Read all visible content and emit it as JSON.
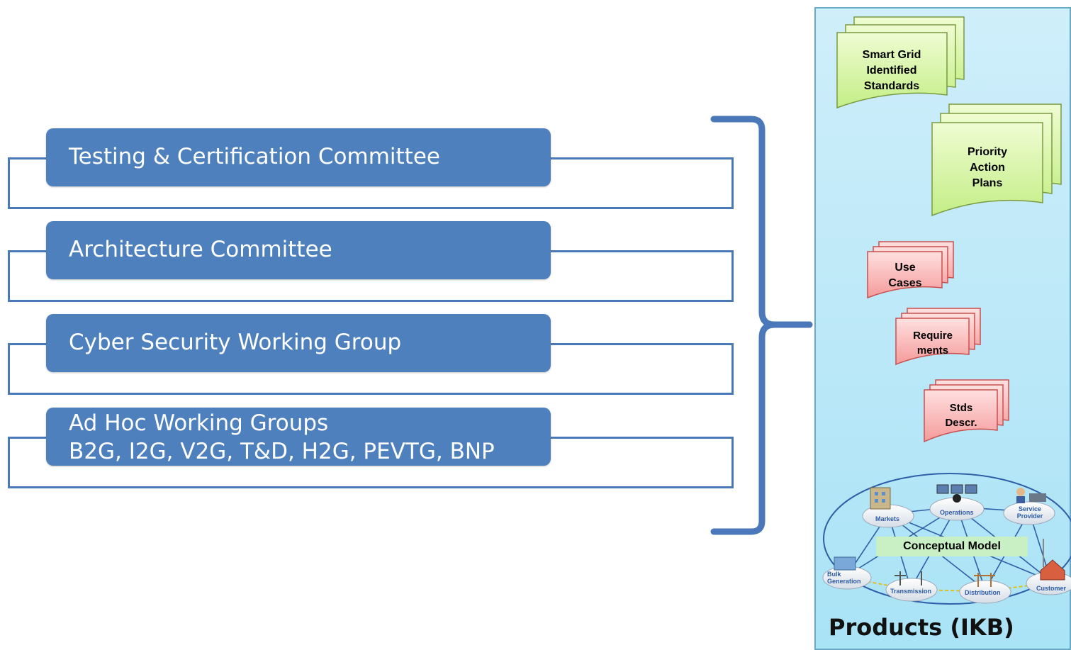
{
  "groups": [
    {
      "label": "Testing & Certification Committee"
    },
    {
      "label": "Architecture Committee"
    },
    {
      "label": "Cyber Security Working Group"
    },
    {
      "label_line1": "Ad Hoc Working Groups",
      "label_line2": "B2G, I2G, V2G, T&D,  H2G, PEVTG, BNP"
    }
  ],
  "products": {
    "title": "Products (IKB)",
    "documents": [
      {
        "line1": "Smart Grid",
        "line2": "Identified",
        "line3": "Standards",
        "color": "green"
      },
      {
        "line1": "Priority",
        "line2": "Action",
        "line3": "Plans",
        "color": "green"
      },
      {
        "line1": "Use",
        "line2": "Cases",
        "color": "red"
      },
      {
        "line1": "Require",
        "line2": "ments",
        "color": "red"
      },
      {
        "line1": "Stds",
        "line2": "Descr.",
        "color": "red"
      }
    ],
    "conceptual_model": {
      "label": "Conceptual Model",
      "nodes": [
        "Markets",
        "Operations",
        "Service Provider",
        "Bulk Generation",
        "Transmission",
        "Distribution",
        "Customer"
      ]
    }
  },
  "colors": {
    "pill": "#4d80bd",
    "frame": "#4a78b8",
    "bracket": "#4a78b8",
    "doc_green": "#d8f5a2",
    "doc_red": "#fbb8b8",
    "panel": "#b8e8f8"
  }
}
